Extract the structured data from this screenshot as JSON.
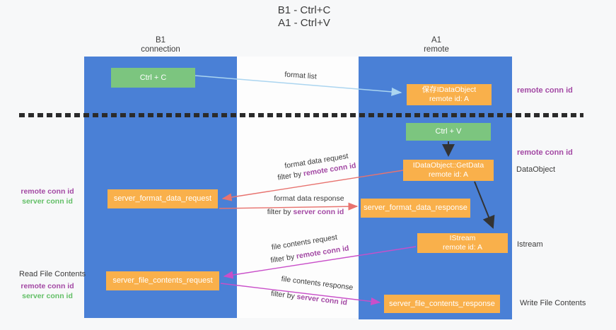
{
  "title": {
    "line1": "B1 - Ctrl+C",
    "line2": "A1 - Ctrl+V"
  },
  "lanes": {
    "left": {
      "name": "B1",
      "role": "connection"
    },
    "right": {
      "name": "A1",
      "role": "remote"
    }
  },
  "nodes": {
    "ctrl_c": {
      "label": "Ctrl + C"
    },
    "save_idataobject": {
      "line1": "保存IDataObject",
      "line2": "remote id: A"
    },
    "ctrl_v": {
      "label": "Ctrl + V"
    },
    "getdata": {
      "line1": "IDataObject::GetData",
      "line2": "remote id: A"
    },
    "format_request": {
      "label": "server_format_data_request"
    },
    "format_response": {
      "label": "server_format_data_response"
    },
    "istream": {
      "line1": "IStream",
      "line2": "remote id: A"
    },
    "file_request": {
      "label": "server_file_contents_request"
    },
    "file_response": {
      "label": "server_file_contents_response"
    }
  },
  "edges": {
    "format_list": {
      "label": "format list"
    },
    "format_data_request": {
      "label": "format data request",
      "filter_prefix": "filter by ",
      "filter_key": "remote conn id"
    },
    "format_data_response": {
      "label": "format data response",
      "filter_prefix": "filter by ",
      "filter_key": "server conn id"
    },
    "file_contents_request": {
      "label": "file contents request",
      "filter_prefix": "filter by ",
      "filter_key": "remote conn id"
    },
    "file_contents_response": {
      "label": "file contents response",
      "filter_prefix": "filter by ",
      "filter_key": "server conn id"
    }
  },
  "annotations": {
    "right_remote_conn_top": "remote conn id",
    "right_remote_conn_mid": "remote conn id",
    "right_dataobject": "DataObject",
    "right_istream": "Istream",
    "right_write_file": "Write File Contents",
    "left_read_file": "Read File Contents",
    "left_top": {
      "remote": "remote conn id",
      "server": "server conn id"
    },
    "left_bottom": {
      "remote": "remote conn id",
      "server": "server conn id"
    }
  },
  "colors": {
    "lane_blue": "#4a80d6",
    "node_green": "#7cc57f",
    "node_orange": "#f9b04b",
    "remote_conn_purple": "#a349a4",
    "server_conn_green": "#63bf67",
    "arrow_salmon": "#e8736f",
    "arrow_magenta": "#c94fc9",
    "arrow_lightblue": "#abd5f0",
    "arrow_black": "#333333",
    "dashed_separator": "#2b2b2b"
  }
}
